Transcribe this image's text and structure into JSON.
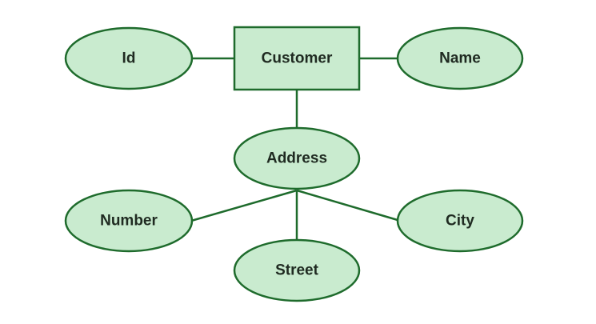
{
  "entity": {
    "label": "Customer"
  },
  "attributes": {
    "id": "Id",
    "name": "Name",
    "address": "Address",
    "number": "Number",
    "street": "Street",
    "city": "City"
  },
  "colors": {
    "fill": "#c9ebcf",
    "stroke": "#1e6b2c",
    "text": "#1f2a21",
    "background": "#ffffff"
  }
}
